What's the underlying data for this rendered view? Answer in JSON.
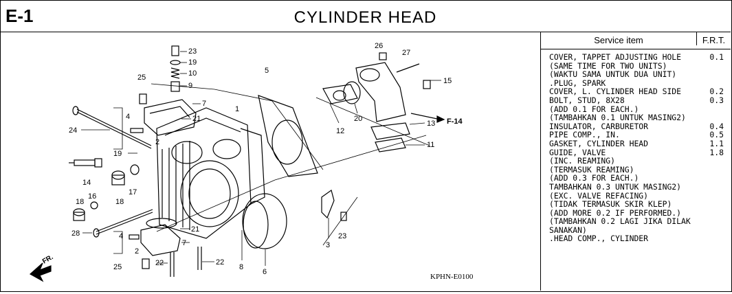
{
  "header": {
    "code": "E-1",
    "title": "CYLINDER HEAD"
  },
  "service_table": {
    "col_item": "Service item",
    "col_frt": "F.R.T.",
    "rows": [
      {
        "text": "COVER, TAPPET ADJUSTING HOLE",
        "frt": "0.1"
      },
      {
        "text": "(SAME TIME FOR TWO UNITS)",
        "frt": ""
      },
      {
        "text": "(WAKTU SAMA UNTUK DUA UNIT)",
        "frt": ""
      },
      {
        "text": ".PLUG, SPARK",
        "frt": ""
      },
      {
        "text": "COVER, L. CYLINDER HEAD SIDE",
        "frt": "0.2"
      },
      {
        "text": "BOLT, STUD, 8X28",
        "frt": "0.3"
      },
      {
        "text": "(ADD 0.1 FOR EACH.)",
        "frt": ""
      },
      {
        "text": "(TAMBAHKAN 0.1 UNTUK MASING2)",
        "frt": ""
      },
      {
        "text": "INSULATOR, CARBURETOR",
        "frt": "0.4"
      },
      {
        "text": "PIPE COMP., IN.",
        "frt": "0.5"
      },
      {
        "text": "GASKET, CYLINDER HEAD",
        "frt": "1.1"
      },
      {
        "text": "GUIDE, VALVE",
        "frt": "1.8"
      },
      {
        "text": "(INC. REAMING)",
        "frt": ""
      },
      {
        "text": "(TERMASUK REAMING)",
        "frt": ""
      },
      {
        "text": "(ADD 0.3 FOR EACH.)",
        "frt": ""
      },
      {
        "text": "TAMBAHKAN 0.3 UNTUK MASING2)",
        "frt": ""
      },
      {
        "text": "(EXC. VALVE REFACING)",
        "frt": ""
      },
      {
        "text": "(TIDAK TERMASUK SKIR KLEP)",
        "frt": ""
      },
      {
        "text": "(ADD MORE 0.2 IF PERFORMED.)",
        "frt": ""
      },
      {
        "text": "(TAMBAHKAN 0.2 LAGI JIKA DILAK",
        "frt": ""
      },
      {
        "text": "SANAKAN)",
        "frt": ""
      },
      {
        "text": ".HEAD COMP., CYLINDER",
        "frt": ""
      }
    ]
  },
  "diagram": {
    "part_code": "KPHN-E0100",
    "ref_label": "F-14",
    "front_label": "FR.",
    "callouts": {
      "c23a": "23",
      "c19a": "19",
      "c10": "10",
      "c9": "9",
      "c25a": "25",
      "c7a": "7",
      "c4a": "4",
      "c2a": "2",
      "c21a": "21",
      "c1": "1",
      "c5": "5",
      "c24": "24",
      "c19b": "19",
      "c14": "14",
      "c17": "17",
      "c18a": "18",
      "c16": "16",
      "c18b": "18",
      "c28": "28",
      "c4b": "4",
      "c2b": "2",
      "c21b": "21",
      "c7b": "7",
      "c25b": "25",
      "c22a": "22",
      "c22b": "22",
      "c8": "8",
      "c6": "6",
      "c3": "3",
      "c23b": "23",
      "c26": "26",
      "c27": "27",
      "c15": "15",
      "c12": "12",
      "c20": "20",
      "c13": "13",
      "c11": "11"
    }
  }
}
